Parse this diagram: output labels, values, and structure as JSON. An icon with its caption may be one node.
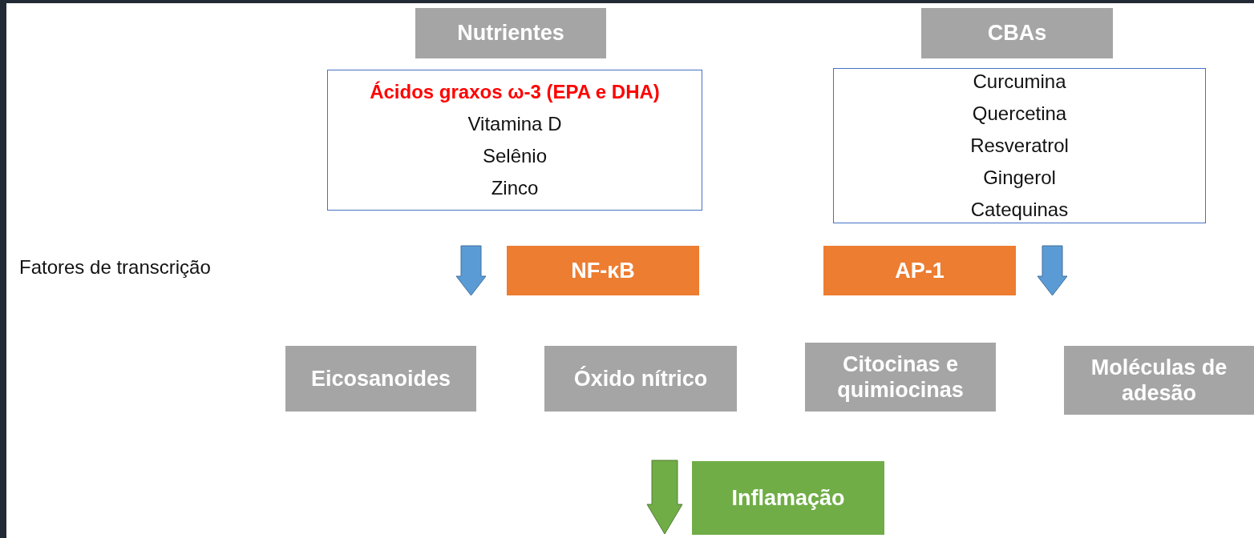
{
  "diagram": {
    "nodes": [
      {
        "text": [
          "Nutrientes"
        ]
      },
      {
        "text": [
          "Ácidos graxos ω-3 (EPA e DHA)",
          "Vitamina D",
          "Selênio",
          "Zinco"
        ]
      },
      {
        "text": [
          "CBAs"
        ]
      },
      {
        "text": [
          "Curcumina",
          "Quercetina",
          "Resveratrol",
          "Gingerol",
          "Catequinas"
        ]
      },
      {
        "text": [
          "NF-κB"
        ]
      },
      {
        "text": [
          "AP-1"
        ]
      },
      {
        "text": [
          "Eicosanoides"
        ]
      },
      {
        "text": [
          "Óxido nítrico"
        ]
      },
      {
        "text": [
          "Citocinas e quimiocinas"
        ]
      },
      {
        "text": [
          "Moléculas de adesão"
        ]
      },
      {
        "text": [
          "Inflamação"
        ]
      }
    ],
    "edges": [
      {
        "from": 1,
        "to": null,
        "arrow": "to"
      },
      {
        "from": 3,
        "to": null,
        "arrow": "to"
      }
    ],
    "labels": [
      "Fatores de transcrição"
    ]
  }
}
